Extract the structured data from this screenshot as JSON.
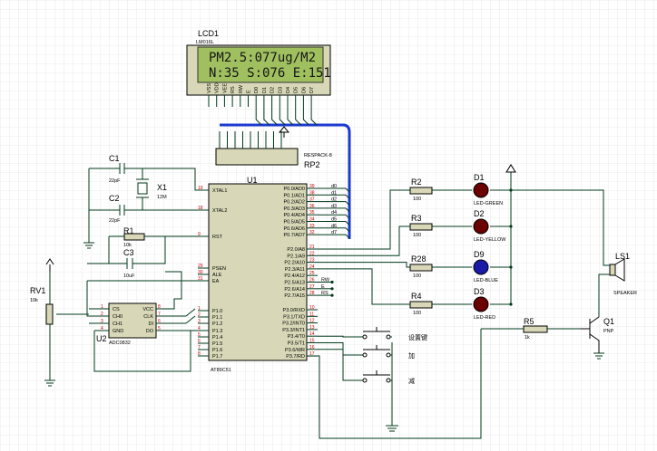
{
  "lcd": {
    "ref": "LCD1",
    "part": "LM016L",
    "line1": "PM2.5:077ug/M2",
    "line2": "N:35 S:076 E:151",
    "pins": [
      "VSS",
      "VDD",
      "VEE",
      "RS",
      "RW",
      "E",
      "D0",
      "D1",
      "D2",
      "D3",
      "D4",
      "D5",
      "D6",
      "D7"
    ]
  },
  "rp2": {
    "ref": "RP2",
    "part": "RESPACK-8"
  },
  "mcu": {
    "ref": "U1",
    "part": "AT89C51",
    "left_pins": [
      {
        "num": "19",
        "name": "XTAL1"
      },
      {
        "num": "18",
        "name": "XTAL2"
      },
      {
        "num": "9",
        "name": "RST"
      },
      {
        "num": "29",
        "name": "PSEN"
      },
      {
        "num": "30",
        "name": "ALE"
      },
      {
        "num": "31",
        "name": "EA"
      },
      {
        "num": "1",
        "name": "P1.0"
      },
      {
        "num": "2",
        "name": "P1.1"
      },
      {
        "num": "3",
        "name": "P1.2"
      },
      {
        "num": "4",
        "name": "P1.3"
      },
      {
        "num": "5",
        "name": "P1.4"
      },
      {
        "num": "6",
        "name": "P1.5"
      },
      {
        "num": "7",
        "name": "P1.6"
      },
      {
        "num": "8",
        "name": "P1.7"
      }
    ],
    "right_pins": [
      {
        "num": "39",
        "name": "P0.0/AD0"
      },
      {
        "num": "38",
        "name": "P0.1/AD1"
      },
      {
        "num": "37",
        "name": "P0.2/AD2"
      },
      {
        "num": "36",
        "name": "P0.3/AD3"
      },
      {
        "num": "35",
        "name": "P0.4/AD4"
      },
      {
        "num": "34",
        "name": "P0.5/AD5"
      },
      {
        "num": "33",
        "name": "P0.6/AD6"
      },
      {
        "num": "32",
        "name": "P0.7/AD7"
      },
      {
        "num": "21",
        "name": "P2.0/A8"
      },
      {
        "num": "22",
        "name": "P2.1/A9"
      },
      {
        "num": "23",
        "name": "P2.2/A10"
      },
      {
        "num": "24",
        "name": "P2.3/A11"
      },
      {
        "num": "25",
        "name": "P2.4/A12"
      },
      {
        "num": "26",
        "name": "P2.5/A13"
      },
      {
        "num": "27",
        "name": "P2.6/A14"
      },
      {
        "num": "28",
        "name": "P2.7/A15"
      },
      {
        "num": "10",
        "name": "P3.0/RXD"
      },
      {
        "num": "11",
        "name": "P3.1/TXD"
      },
      {
        "num": "12",
        "name": "P3.2/INT0"
      },
      {
        "num": "13",
        "name": "P3.3/INT1"
      },
      {
        "num": "14",
        "name": "P3.4/T0"
      },
      {
        "num": "15",
        "name": "P3.5/T1"
      },
      {
        "num": "16",
        "name": "P3.6/WR"
      },
      {
        "num": "17",
        "name": "P3.7/RD"
      }
    ]
  },
  "bus_labels": [
    "d0",
    "d1",
    "d2",
    "d3",
    "d4",
    "d5",
    "d6",
    "d7"
  ],
  "ctrl_labels": [
    "RW",
    "E",
    "RS"
  ],
  "c1": {
    "ref": "C1",
    "value": "22pF"
  },
  "c2": {
    "ref": "C2",
    "value": "22pF"
  },
  "c3": {
    "ref": "C3",
    "value": "10uF"
  },
  "x1": {
    "ref": "X1",
    "value": "12M"
  },
  "r1": {
    "ref": "R1",
    "value": "10k"
  },
  "rv1": {
    "ref": "RV1",
    "value": "10k"
  },
  "u2": {
    "ref": "U2",
    "part": "ADC0832",
    "left": [
      {
        "num": "1",
        "name": "CS"
      },
      {
        "num": "2",
        "name": "CH0"
      },
      {
        "num": "3",
        "name": "CH1"
      },
      {
        "num": "4",
        "name": "GND"
      }
    ],
    "right": [
      {
        "num": "8",
        "name": "VCC"
      },
      {
        "num": "7",
        "name": "CLK"
      },
      {
        "num": "6",
        "name": "DI"
      },
      {
        "num": "5",
        "name": "DO"
      }
    ]
  },
  "r2": {
    "ref": "R2",
    "value": "100"
  },
  "r3": {
    "ref": "R3",
    "value": "100"
  },
  "r28": {
    "ref": "R28",
    "value": "100"
  },
  "r4": {
    "ref": "R4",
    "value": "100"
  },
  "r5": {
    "ref": "R5",
    "value": "1k"
  },
  "d1": {
    "ref": "D1",
    "label": "LED-GREEN",
    "color": "#6b0000"
  },
  "d2": {
    "ref": "D2",
    "label": "LED-YELLOW",
    "color": "#6b0000"
  },
  "d9": {
    "ref": "D9",
    "label": "LED-BLUE",
    "color": "#1a1aa8"
  },
  "d3": {
    "ref": "D3",
    "label": "LED-RED",
    "color": "#6b0000"
  },
  "ls1": {
    "ref": "LS1",
    "label": "SPEAKER"
  },
  "q1": {
    "ref": "Q1",
    "label": "PNP"
  },
  "buttons": [
    "设置键",
    "加",
    "减"
  ]
}
